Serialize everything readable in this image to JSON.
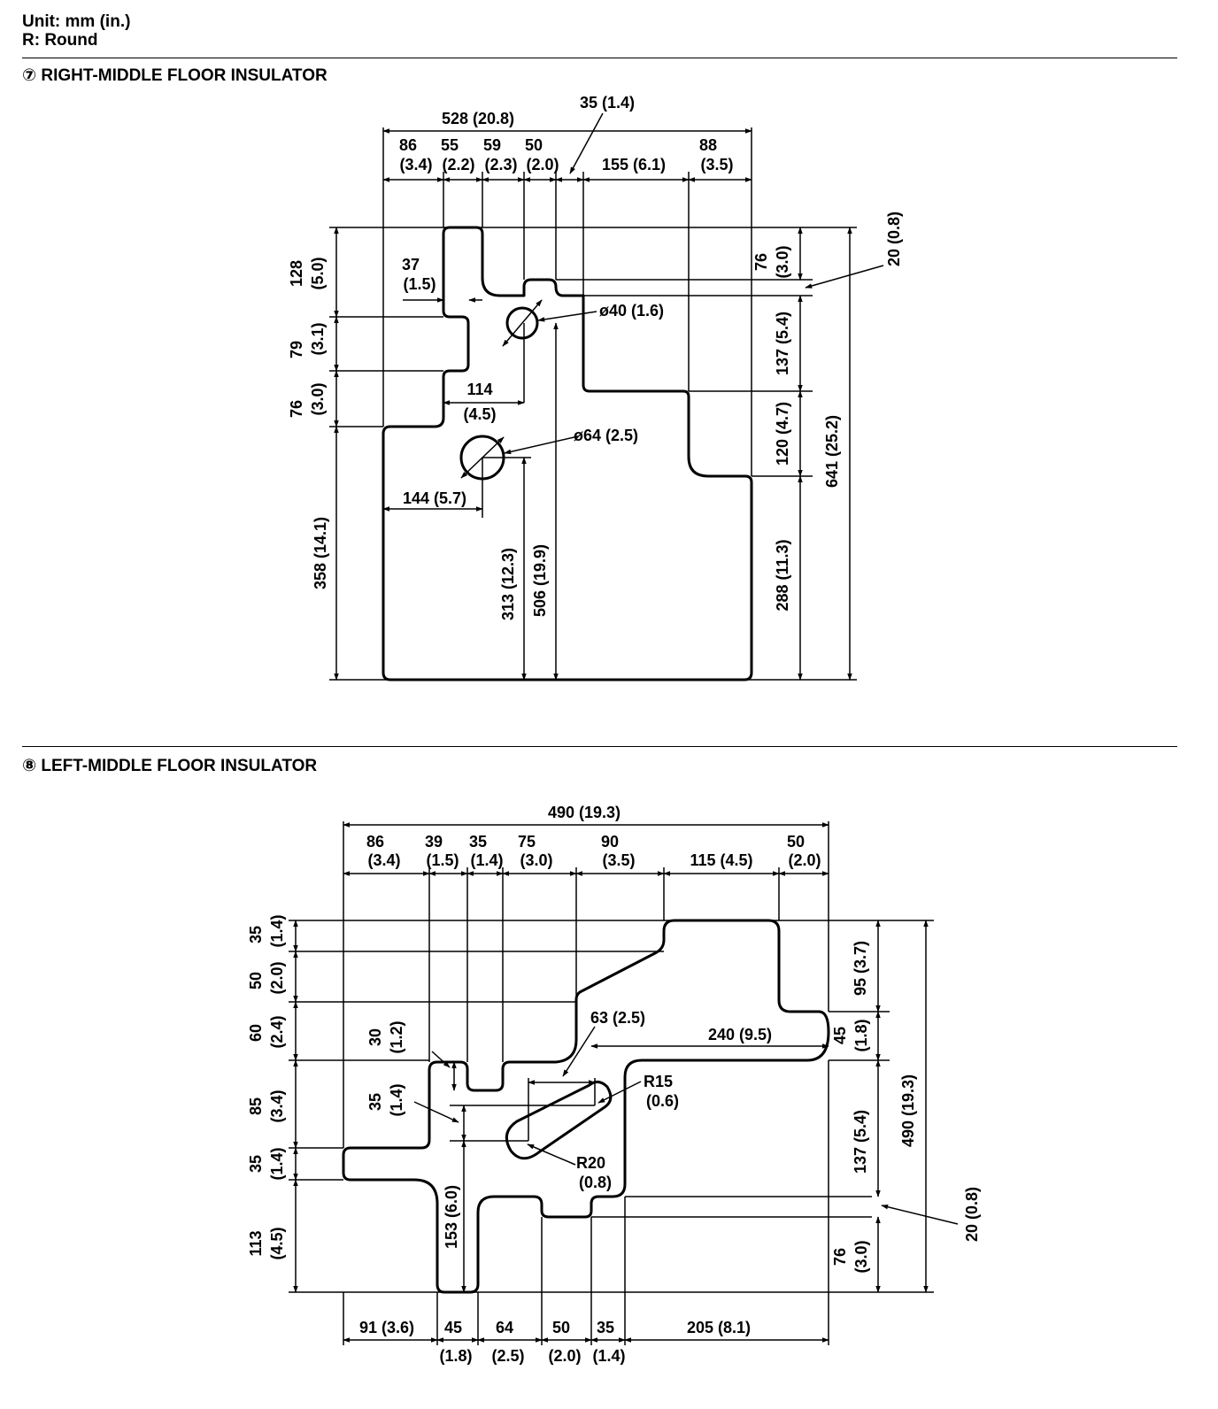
{
  "header": {
    "unit": "Unit: mm (in.)",
    "round": "R: Round"
  },
  "sec7": {
    "title": "⑦ RIGHT-MIDDLE FLOOR INSULATOR",
    "dims": {
      "w528": "528 (20.8)",
      "d35": "35 (1.4)",
      "d86a": "86",
      "d86b": "(3.4)",
      "d55a": "55",
      "d55b": "(2.2)",
      "d59a": "59",
      "d59b": "(2.3)",
      "d50a": "50",
      "d50b": "(2.0)",
      "d155": "155 (6.1)",
      "d88a": "88",
      "d88b": "(3.5)",
      "d128a": "128",
      "d128b": "(5.0)",
      "d79a": "79",
      "d79b": "(3.1)",
      "d76La": "76",
      "d76Lb": "(3.0)",
      "d358": "358 (14.1)",
      "d37a": "37",
      "d37b": "(1.5)",
      "d114a": "114",
      "d114b": "(4.5)",
      "d144": "144 (5.7)",
      "phi40": "ø40 (1.6)",
      "phi64": "ø64 (2.5)",
      "d313": "313 (12.3)",
      "d506": "506 (19.9)",
      "d76Ra": "76",
      "d76Rb": "(3.0)",
      "d20": "20 (0.8)",
      "d137": "137 (5.4)",
      "d120": "120 (4.7)",
      "d288": "288 (11.3)",
      "d641": "641 (25.2)"
    }
  },
  "sec8": {
    "title": "⑧ LEFT-MIDDLE FLOOR INSULATOR",
    "dims": {
      "w490": "490 (19.3)",
      "t86a": "86",
      "t86b": "(3.4)",
      "t39a": "39",
      "t39b": "(1.5)",
      "t35a": "35",
      "t35b": "(1.4)",
      "t75a": "75",
      "t75b": "(3.0)",
      "t90a": "90",
      "t90b": "(3.5)",
      "t115": "115 (4.5)",
      "t50a": "50",
      "t50b": "(2.0)",
      "l35a": "35",
      "l35b": "(1.4)",
      "l50a": "50",
      "l50b": "(2.0)",
      "l60a": "60",
      "l60b": "(2.4)",
      "l85a": "85",
      "l85b": "(3.4)",
      "l35ca": "35",
      "l35cb": "(1.4)",
      "l113a": "113",
      "l113b": "(4.5)",
      "i30a": "30",
      "i30b": "(1.2)",
      "i35a": "35",
      "i35b": "(1.4)",
      "i153": "153 (6.0)",
      "i63": "63 (2.5)",
      "i240": "240 (9.5)",
      "r15a": "R15",
      "r15b": "(0.6)",
      "r20a": "R20",
      "r20b": "(0.8)",
      "r95": "95 (3.7)",
      "r45a": "45",
      "r45b": "(1.8)",
      "r137": "137 (5.4)",
      "r490": "490 (19.3)",
      "r20": "20 (0.8)",
      "r76a": "76",
      "r76b": "(3.0)",
      "b91": "91 (3.6)",
      "b45a": "45",
      "b45b": "(1.8)",
      "b64a": "64",
      "b64b": "(2.5)",
      "b50a": "50",
      "b50b": "(2.0)",
      "b35a": "35",
      "b35b": "(1.4)",
      "b205": "205 (8.1)"
    }
  }
}
